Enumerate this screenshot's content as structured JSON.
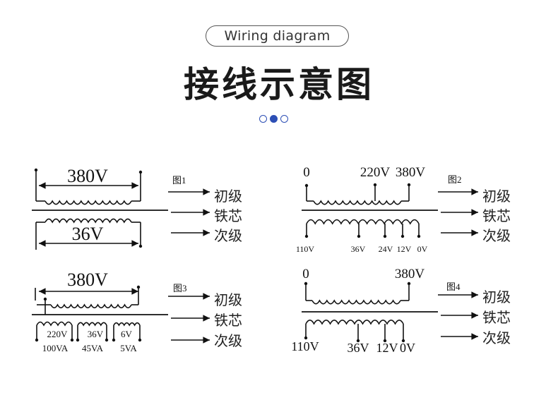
{
  "header": {
    "subtitle": "Wiring diagram",
    "title": "接线示意图",
    "pager": {
      "count": 3,
      "active_index": 1,
      "accent_color": "#2d4fb5"
    }
  },
  "legend_labels": {
    "primary": "初级",
    "core": "铁芯",
    "secondary": "次级"
  },
  "figures": [
    {
      "id": "fig1",
      "caption": "图1",
      "primary_label": "380V",
      "secondary_label": "36V"
    },
    {
      "id": "fig2",
      "caption": "图2",
      "primary_taps": [
        "0",
        "220V",
        "380V"
      ],
      "secondary_taps": [
        "110V",
        "36V",
        "24V",
        "12V",
        "0V"
      ]
    },
    {
      "id": "fig3",
      "caption": "图3",
      "primary_label": "380V",
      "secondary_windings": [
        {
          "voltage": "220V",
          "power": "100VA"
        },
        {
          "voltage": "36V",
          "power": "45VA"
        },
        {
          "voltage": "6V",
          "power": "5VA"
        }
      ]
    },
    {
      "id": "fig4",
      "caption": "图4",
      "primary_taps": [
        "0",
        "380V"
      ],
      "secondary_taps": [
        "110V",
        "36V",
        "12V",
        "0V"
      ]
    }
  ]
}
